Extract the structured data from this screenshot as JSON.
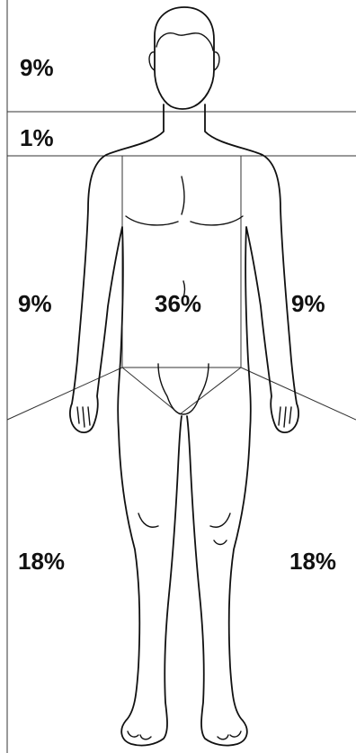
{
  "regions": {
    "head": "9%",
    "neck": "1%",
    "left_arm": "9%",
    "trunk": "36%",
    "right_arm": "9%",
    "left_leg": "18%",
    "right_leg": "18%"
  }
}
